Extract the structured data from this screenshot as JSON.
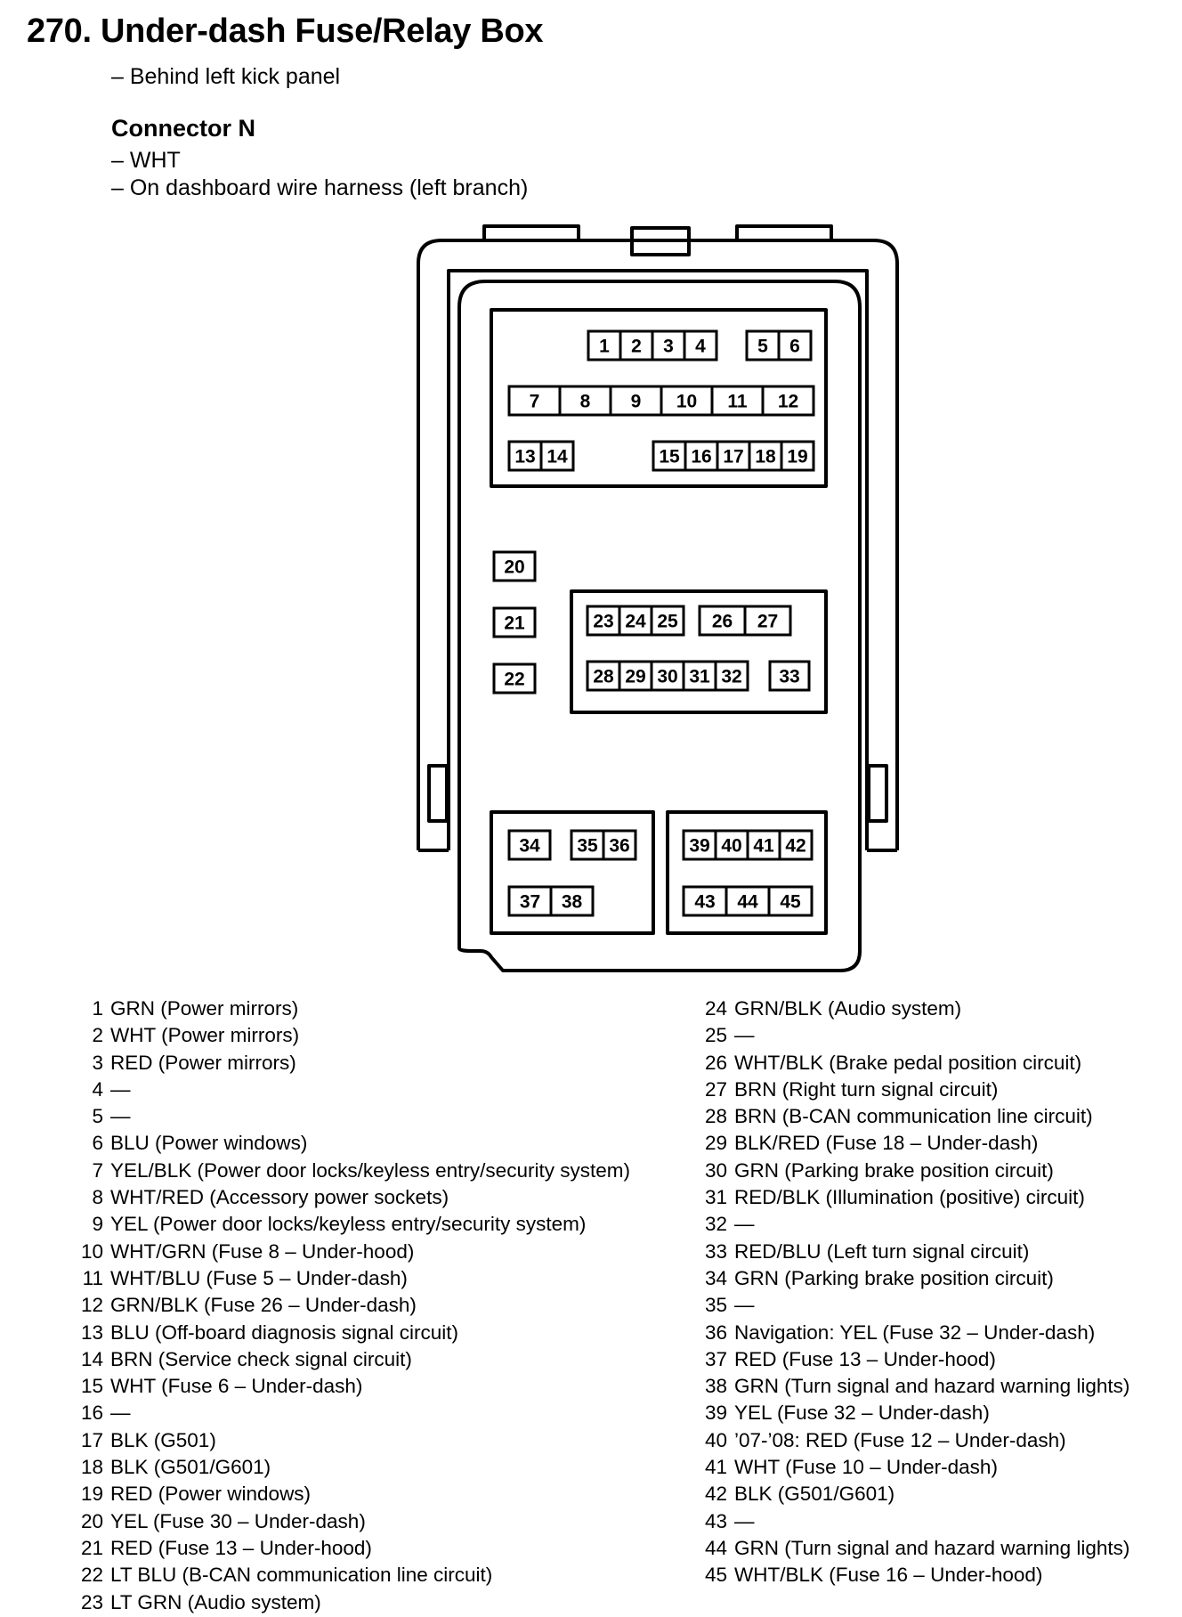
{
  "title": "270. Under-dash Fuse/Relay Box",
  "location": "– Behind left kick panel",
  "connector": {
    "name": "Connector N",
    "color": "– WHT",
    "harness": "– On dashboard wire harness (left branch)"
  },
  "terminals": [
    {
      "num": "1",
      "desc": "GRN (Power mirrors)"
    },
    {
      "num": "2",
      "desc": "WHT (Power mirrors)"
    },
    {
      "num": "3",
      "desc": "RED (Power mirrors)"
    },
    {
      "num": "4",
      "desc": "—"
    },
    {
      "num": "5",
      "desc": "—"
    },
    {
      "num": "6",
      "desc": "BLU (Power windows)"
    },
    {
      "num": "7",
      "desc": "YEL/BLK (Power door locks/keyless entry/security system)"
    },
    {
      "num": "8",
      "desc": "WHT/RED (Accessory power sockets)"
    },
    {
      "num": "9",
      "desc": "YEL (Power door locks/keyless entry/security system)"
    },
    {
      "num": "10",
      "desc": "WHT/GRN (Fuse 8 – Under-hood)"
    },
    {
      "num": "11",
      "desc": "WHT/BLU (Fuse 5 – Under-dash)"
    },
    {
      "num": "12",
      "desc": "GRN/BLK (Fuse 26 – Under-dash)"
    },
    {
      "num": "13",
      "desc": "BLU (Off-board diagnosis signal circuit)"
    },
    {
      "num": "14",
      "desc": "BRN (Service check signal circuit)"
    },
    {
      "num": "15",
      "desc": "WHT (Fuse 6 – Under-dash)"
    },
    {
      "num": "16",
      "desc": "—"
    },
    {
      "num": "17",
      "desc": "BLK (G501)"
    },
    {
      "num": "18",
      "desc": "BLK (G501/G601)"
    },
    {
      "num": "19",
      "desc": "RED (Power windows)"
    },
    {
      "num": "20",
      "desc": "YEL (Fuse 30 – Under-dash)"
    },
    {
      "num": "21",
      "desc": "RED (Fuse 13 – Under-hood)"
    },
    {
      "num": "22",
      "desc": "LT BLU (B-CAN communication line circuit)"
    },
    {
      "num": "23",
      "desc": "LT GRN (Audio system)"
    },
    {
      "num": "24",
      "desc": "GRN/BLK (Audio system)"
    },
    {
      "num": "25",
      "desc": "—"
    },
    {
      "num": "26",
      "desc": "WHT/BLK (Brake pedal position circuit)"
    },
    {
      "num": "27",
      "desc": "BRN (Right turn signal circuit)"
    },
    {
      "num": "28",
      "desc": "BRN (B-CAN communication line circuit)"
    },
    {
      "num": "29",
      "desc": "BLK/RED (Fuse 18 – Under-dash)"
    },
    {
      "num": "30",
      "desc": "GRN (Parking brake position circuit)"
    },
    {
      "num": "31",
      "desc": "RED/BLK (Illumination (positive) circuit)"
    },
    {
      "num": "32",
      "desc": "—"
    },
    {
      "num": "33",
      "desc": "RED/BLU (Left turn signal circuit)"
    },
    {
      "num": "34",
      "desc": "GRN (Parking brake position circuit)"
    },
    {
      "num": "35",
      "desc": "—"
    },
    {
      "num": "36",
      "desc": "Navigation: YEL (Fuse 32 – Under-dash)"
    },
    {
      "num": "37",
      "desc": "RED (Fuse 13 – Under-hood)"
    },
    {
      "num": "38",
      "desc": "GRN (Turn signal and hazard warning lights)"
    },
    {
      "num": "39",
      "desc": "YEL (Fuse 32 – Under-dash)"
    },
    {
      "num": "40",
      "desc": "’07-’08: RED (Fuse 12 – Under-dash)"
    },
    {
      "num": "41",
      "desc": "WHT (Fuse 10 – Under-dash)"
    },
    {
      "num": "42",
      "desc": "BLK (G501/G601)"
    },
    {
      "num": "43",
      "desc": "—"
    },
    {
      "num": "44",
      "desc": "GRN (Turn signal and hazard warning lights)"
    },
    {
      "num": "45",
      "desc": "WHT/BLK (Fuse 16 – Under-hood)"
    }
  ]
}
